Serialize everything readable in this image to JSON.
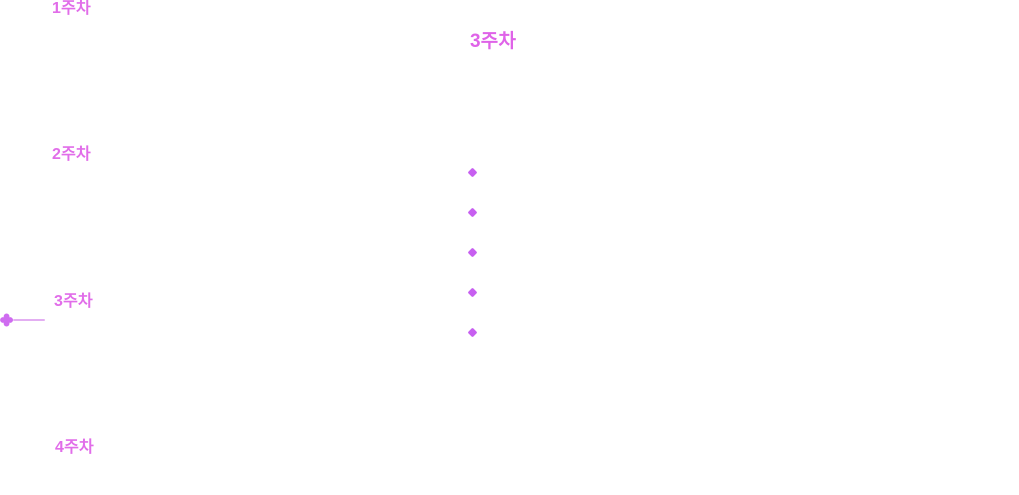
{
  "colors": {
    "label": "#e16de9",
    "title": "#df63e8",
    "bullet": "#c75ff0",
    "marker": "#cf6cf0",
    "connector": "#e3aef2",
    "bg": "#ffffff"
  },
  "outline": {
    "items": [
      {
        "label": "1주차",
        "active": false
      },
      {
        "label": "2주차",
        "active": false
      },
      {
        "label": "3주차",
        "active": true
      },
      {
        "label": "4주차",
        "active": false
      }
    ]
  },
  "main": {
    "title": "3주차",
    "bullets": [
      {
        "icon": "diamond-bullet"
      },
      {
        "icon": "diamond-bullet"
      },
      {
        "icon": "diamond-bullet"
      },
      {
        "icon": "diamond-bullet"
      },
      {
        "icon": "diamond-bullet"
      }
    ]
  }
}
